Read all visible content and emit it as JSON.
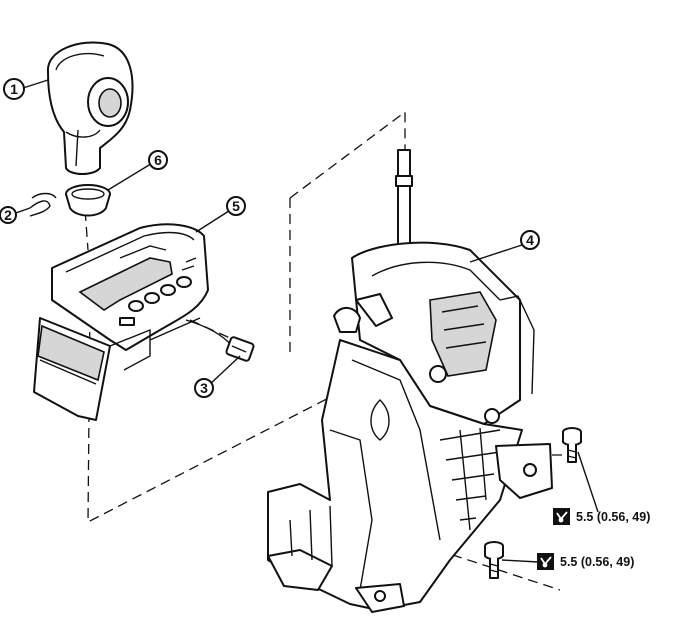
{
  "callouts": [
    {
      "label": "1"
    },
    {
      "label": "2"
    },
    {
      "label": "3"
    },
    {
      "label": "4"
    },
    {
      "label": "5"
    },
    {
      "label": "6"
    }
  ],
  "torque_specs": [
    {
      "value": "5.5 (0.56, 49)",
      "icon": "torque-wrench-icon"
    },
    {
      "value": "5.5 (0.56, 49)",
      "icon": "torque-wrench-icon"
    }
  ]
}
